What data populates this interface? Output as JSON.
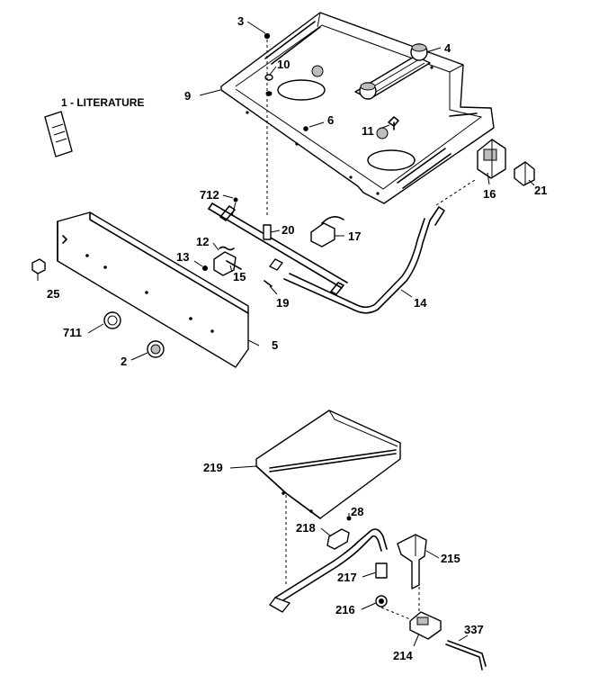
{
  "labels": {
    "p1": "1 - LITERATURE",
    "p2": "2",
    "p3": "3",
    "p4": "4",
    "p5": "5",
    "p6": "6",
    "p9": "9",
    "p10": "10",
    "p11": "11",
    "p12": "12",
    "p13": "13",
    "p14": "14",
    "p15": "15",
    "p16": "16",
    "p17": "17",
    "p19": "19",
    "p20": "20",
    "p21": "21",
    "p25": "25",
    "p28": "28",
    "p214": "214",
    "p215": "215",
    "p216": "216",
    "p217": "217",
    "p218": "218",
    "p219": "219",
    "p337": "337",
    "p711": "711",
    "p712": "712"
  }
}
